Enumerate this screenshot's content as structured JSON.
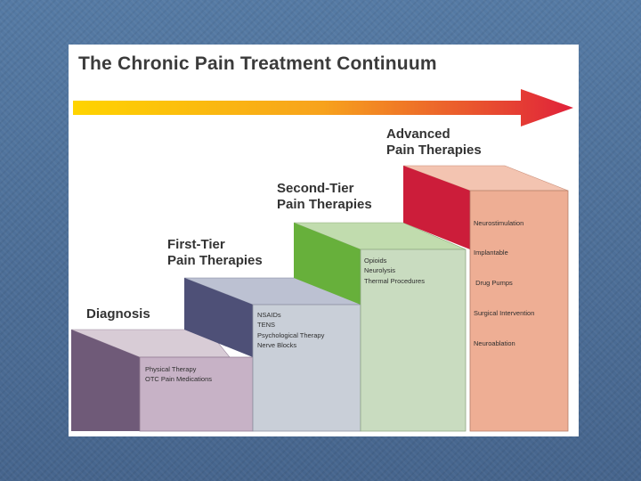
{
  "title": "The Chronic Pain Treatment Continuum",
  "colors": {
    "background": "#4b6c95",
    "arrow_start": "#ffd400",
    "arrow_end": "#e0213a",
    "diagnosis_front": "#c7b2c6",
    "tier1_front": "#c9cfd8",
    "tier2_front": "#c9dcc0",
    "advanced_front": "#eeae94"
  },
  "steps": [
    {
      "label_lines": [
        "Diagnosis"
      ],
      "items": [
        "Physical Therapy",
        "OTC Pain Medications"
      ]
    },
    {
      "label_lines": [
        "First-Tier",
        "Pain Therapies"
      ],
      "items": [
        "NSAIDs",
        "TENS",
        "Psychological Therapy",
        "Nerve Blocks"
      ]
    },
    {
      "label_lines": [
        "Second-Tier",
        "Pain Therapies"
      ],
      "items": [
        "Opioids",
        "Neurolysis",
        "Thermal Procedures"
      ]
    },
    {
      "label_lines": [
        "Advanced",
        "Pain Therapies"
      ],
      "items": [
        "Neurostimulation",
        "Implantable",
        " Drug Pumps",
        "Surgical Intervention",
        "Neuroablation"
      ]
    }
  ]
}
